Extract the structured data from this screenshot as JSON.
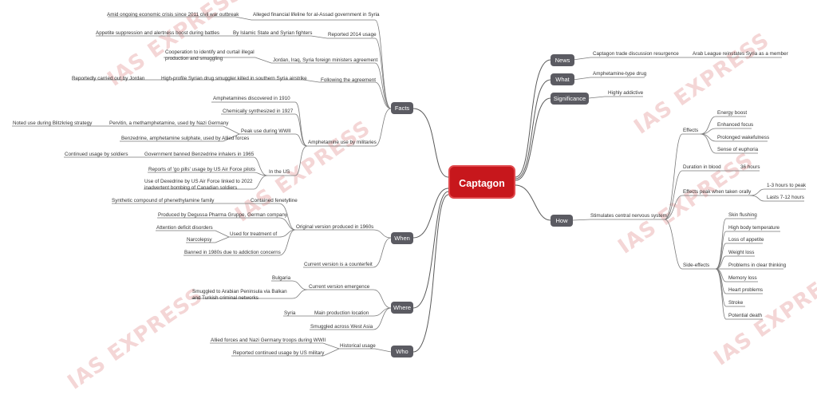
{
  "watermark": "IAS EXPRESS",
  "central": "Captagon",
  "branches": {
    "news": "News",
    "what": "What",
    "significance": "Significance",
    "how": "How",
    "facts": "Facts",
    "when": "When",
    "where": "Where",
    "who": "Who"
  },
  "news": {
    "topic": "Captagon trade discussion resurgence",
    "detail": "Arab League reinstates Syria as a member"
  },
  "what": {
    "detail": "Amphetamine-type drug"
  },
  "significance": {
    "detail": "Highly addictive"
  },
  "how": {
    "root": "Stimulates central nervous system",
    "effects_label": "Effects",
    "effects": [
      "Energy boost",
      "Enhanced focus",
      "Prolonged wakefulness",
      "Sense of euphoria"
    ],
    "duration_label": "Duration in blood",
    "duration_value": "36 hours",
    "peak_label": "Effects peak when taken orally",
    "peak_values": [
      "1-3 hours to peak",
      "Lasts 7-12 hours"
    ],
    "side_label": "Side-effects",
    "side_effects": [
      "Skin flushing",
      "High body temperature",
      "Loss of appetite",
      "Weight loss",
      "Problems in clear thinking",
      "Memory loss",
      "Heart problems",
      "Stroke",
      "Potential death"
    ]
  },
  "facts": {
    "lifeline": "Alleged financial lifeline for al-Assad government in Syria",
    "lifeline_detail": "Amid ongoing economic crisis since 2011 civil war outbreak",
    "reported": "Reported 2014 usage",
    "reported_detail": "By Islamic State and Syrian fighters",
    "reported_detail2": "Appetite suppression and alertness boost during battles",
    "meeting": "Jordan, Iraq, Syria foreign ministers agreement",
    "meeting_detail": "Cooperation to identify and curtail illegal production and smuggling",
    "following": "Following the agreement",
    "following_detail": "High-profile Syrian drug smuggler killed in southern Syria airstrike",
    "following_detail2": "Reportedly carried out by Jordan",
    "military": "Amphetamine use by militaries",
    "mil_1910": "Amphetamines discovered in 1910",
    "mil_1927": "Chemically synthesized in 1927",
    "peak_ww2": "Peak use during WWII",
    "pervitin": "Pervitin, a methamphetamine, used by Nazi Germany",
    "pervitin_detail": "Noted use during Blitzkrieg strategy",
    "benzedrine": "Benzedrine, amphetamine sulphate, used by Allied forces",
    "in_us": "In the US",
    "banned_inhalers": "Government banned Benzedrine inhalers in 1965",
    "soldiers": "Continued usage by soldiers",
    "go_pills": "Reports of 'go pills' usage by US Air Force pilots",
    "dexedrine": "Use of Dexedrine by US Air Force linked to 2022 inadvertent bombing of Canadian soldiers"
  },
  "when": {
    "original": "Original version produced in 1960s",
    "contained": "Contained fenetylline",
    "synthetic": "Synthetic compound of phenethylamine family",
    "produced_by": "Produced by Degussa Pharma Gruppe, German company",
    "treatment": "Used for treatment of",
    "adhd": "Attention deficit disorders",
    "narcolepsy": "Narcolepsy",
    "banned": "Banned in 1980s due to addiction concerns",
    "counterfeit": "Current version is a counterfeit"
  },
  "where": {
    "emergence": "Current version emergence",
    "bulgaria": "Bulgaria",
    "smuggled_arabia": "Smuggled to Arabian Peninsula via Balkan and Turkish criminal networks",
    "main_location": "Main production location",
    "syria": "Syria",
    "west_asia": "Smuggled across West Asia"
  },
  "who": {
    "historical": "Historical usage",
    "ww2": "Allied forces and Nazi Germany troops during WWII",
    "us_military": "Reported continued usage by US military"
  }
}
